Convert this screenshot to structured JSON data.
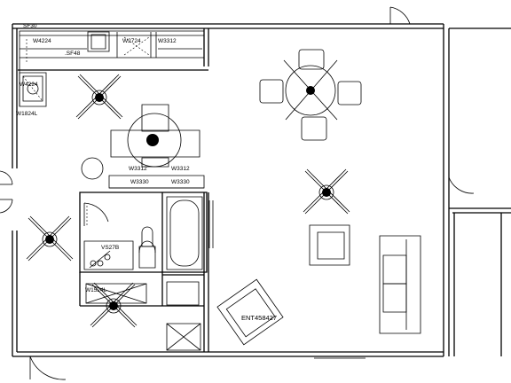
{
  "labels": {
    "sf30": "SF30",
    "w4224_top": "W4224",
    "sf48": ".SF48",
    "w2724": "W2724",
    "w3312_top": "W3312",
    "w4224_side": "W4224",
    "w1824l": "W1824L",
    "w3312_a": "W3312",
    "w3312_b": "W3312",
    "w3330_a": "W3330",
    "w3330_b": "W3330",
    "vs278": "VS27B",
    "w1524l": "W1524L",
    "ent": "ENT458427"
  },
  "icons": {
    "ceiling_fan": "ceiling-fan-icon",
    "door_swing": "door-swing-icon",
    "chair": "chair-icon",
    "table": "table-icon",
    "sofa": "sofa-icon",
    "tub": "bathtub-icon",
    "toilet": "toilet-icon",
    "sink": "sink-icon"
  }
}
